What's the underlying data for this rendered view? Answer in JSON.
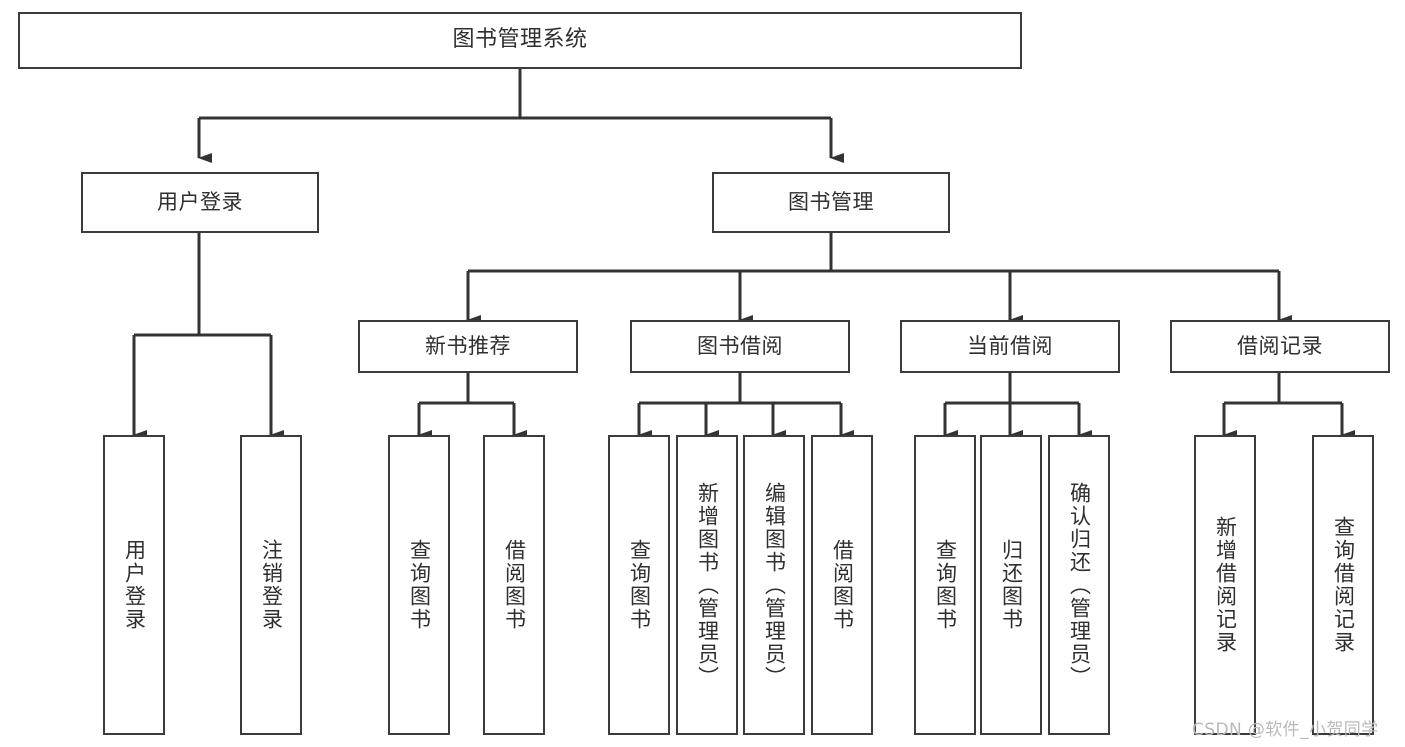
{
  "diagram": {
    "title": "图书管理系统",
    "type": "tree-hierarchy-chart",
    "colors": {
      "background": "#ffffff",
      "box_border": "#3b3b3b",
      "box_fill": "#ffffff",
      "connector": "#333333",
      "text": "#2f2f2f",
      "watermark": "#b9b9b9"
    },
    "root": {
      "label": "图书管理系统"
    },
    "level2": [
      {
        "label": "用户登录"
      },
      {
        "label": "图书管理"
      }
    ],
    "level3": [
      {
        "label": "新书推荐"
      },
      {
        "label": "图书借阅"
      },
      {
        "label": "当前借阅"
      },
      {
        "label": "借阅记录"
      }
    ],
    "leaves": {
      "user_login": [
        {
          "label": "用户登录"
        },
        {
          "label": "注销登录"
        }
      ],
      "new_book_recommend": [
        {
          "label": "查询图书"
        },
        {
          "label": "借阅图书"
        }
      ],
      "book_borrow": [
        {
          "label": "查询图书"
        },
        {
          "label": "新增图书（管理员）"
        },
        {
          "label": "编辑图书（管理员）"
        },
        {
          "label": "借阅图书"
        }
      ],
      "current_borrow": [
        {
          "label": "查询图书"
        },
        {
          "label": "归还图书"
        },
        {
          "label": "确认归还（管理员）"
        }
      ],
      "borrow_record": [
        {
          "label": "新增借阅记录"
        },
        {
          "label": "查询借阅记录"
        }
      ]
    }
  },
  "watermark": {
    "text": "CSDN @软件_小贺同学"
  }
}
